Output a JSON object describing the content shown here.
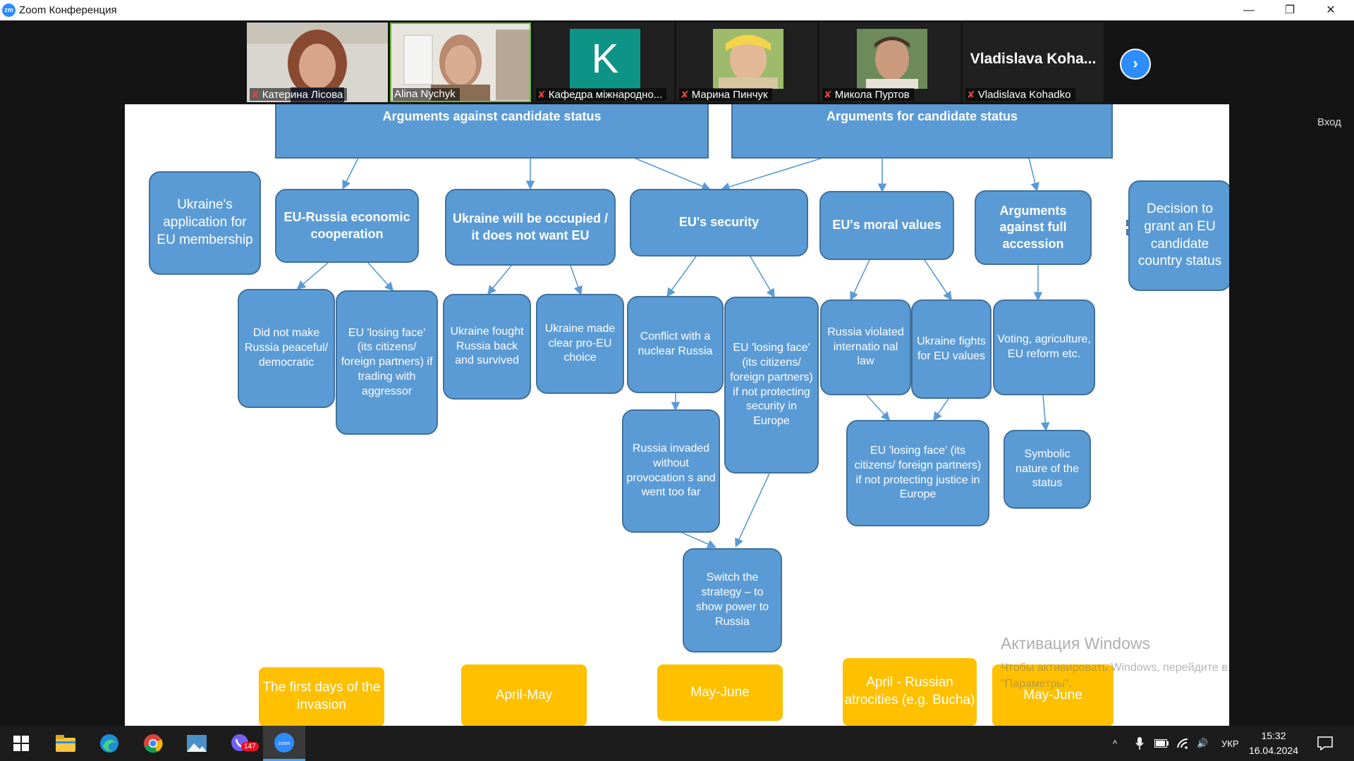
{
  "window": {
    "title": "Zoom Конференция",
    "app_icon": "zm"
  },
  "participants": [
    {
      "name": "Катерина Лісова",
      "muted": true
    },
    {
      "name": "Alina Nychyk",
      "muted": false
    },
    {
      "name": "Кафедра міжнародно...",
      "muted": true,
      "avatar_letter": "K"
    },
    {
      "name": "Марина Пинчук",
      "muted": true
    },
    {
      "name": "Микола Пуртов",
      "muted": true
    },
    {
      "name": "Vladislava Kohadko",
      "muted": true,
      "display_text": "Vladislava  Koha..."
    }
  ],
  "side_label": "Вход",
  "slide": {
    "header_against": "Arguments against candidate status",
    "header_for": "Arguments for candidate status",
    "application": "Ukraine's application for EU membership",
    "decision": "Decision to grant an EU candidate country status",
    "main": [
      "EU-Russia economic cooperation",
      "Ukraine will be occupied / it does not want EU",
      "EU's security",
      "EU's moral values",
      "Arguments against full accession"
    ],
    "sub": [
      "Did not make Russia peaceful/ democratic",
      "EU 'losing face' (its citizens/ foreign partners) if trading with aggressor",
      "Ukraine fought Russia back and survived",
      "Ukraine made clear pro-EU choice",
      "Conflict with a nuclear Russia",
      "EU 'losing face' (its citizens/ foreign partners) if not protecting security in Europe",
      "Russia violated internatio nal law",
      "Ukraine fights for EU values",
      "Voting, agriculture, EU reform etc."
    ],
    "third": [
      "Russia invaded without provocation s and went too far",
      "EU 'losing face' (its citizens/ foreign partners) if not protecting justice in Europe",
      "Symbolic nature of the status"
    ],
    "switch": "Switch the strategy – to show power to Russia",
    "timeline": [
      "The first days of the invasion",
      "April-May",
      "May-June",
      "April - Russian atrocities (e.g. Bucha)",
      "May-June"
    ]
  },
  "watermark": {
    "title": "Активация Windows",
    "text": "Чтобы активировать Windows, перейдите в раздел \"Параметры\"."
  },
  "taskbar": {
    "viber_badge": "147",
    "language": "УКР",
    "time": "15:32",
    "date": "16.04.2024"
  },
  "colors": {
    "box_blue": "#5b9bd5",
    "box_border": "#41719c",
    "timeline_yellow": "#ffc000",
    "zoom_blue": "#2d8cff"
  }
}
